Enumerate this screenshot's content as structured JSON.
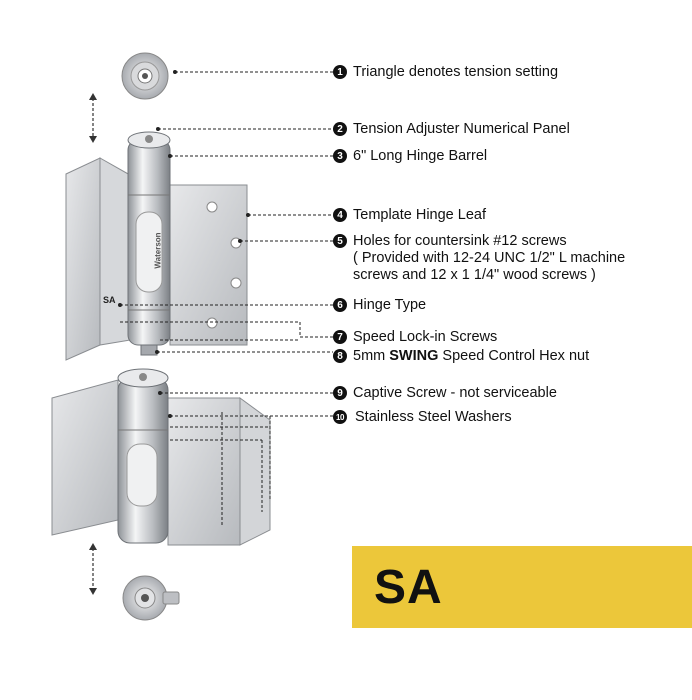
{
  "callouts": [
    {
      "num": "1",
      "text": "Triangle denotes tension setting"
    },
    {
      "num": "2",
      "text": "Tension Adjuster Numerical Panel"
    },
    {
      "num": "3",
      "text": "6\" Long Hinge Barrel"
    },
    {
      "num": "4",
      "text": "Template Hinge Leaf"
    },
    {
      "num": "5",
      "text": "Holes for countersink #12 screws\n( Provided with 12-24 UNC 1/2\" L machine\nscrews and 12 x 1 1/4\" wood screws )"
    },
    {
      "num": "6",
      "text": "Hinge Type"
    },
    {
      "num": "7",
      "text": "Speed Lock-in Screws"
    },
    {
      "num": "8",
      "pre": "5mm ",
      "bold": "SWING",
      "post": " Speed Control Hex nut"
    },
    {
      "num": "9",
      "text": "Captive Screw - not serviceable"
    },
    {
      "num": "10",
      "text": "Stainless Steel Washers"
    }
  ],
  "hinge_type_label": "SA",
  "badge": "SA",
  "brand": "Waterson",
  "colors": {
    "badge": "#ecc73a",
    "steel": "#c9ccd0",
    "line": "#222222"
  }
}
